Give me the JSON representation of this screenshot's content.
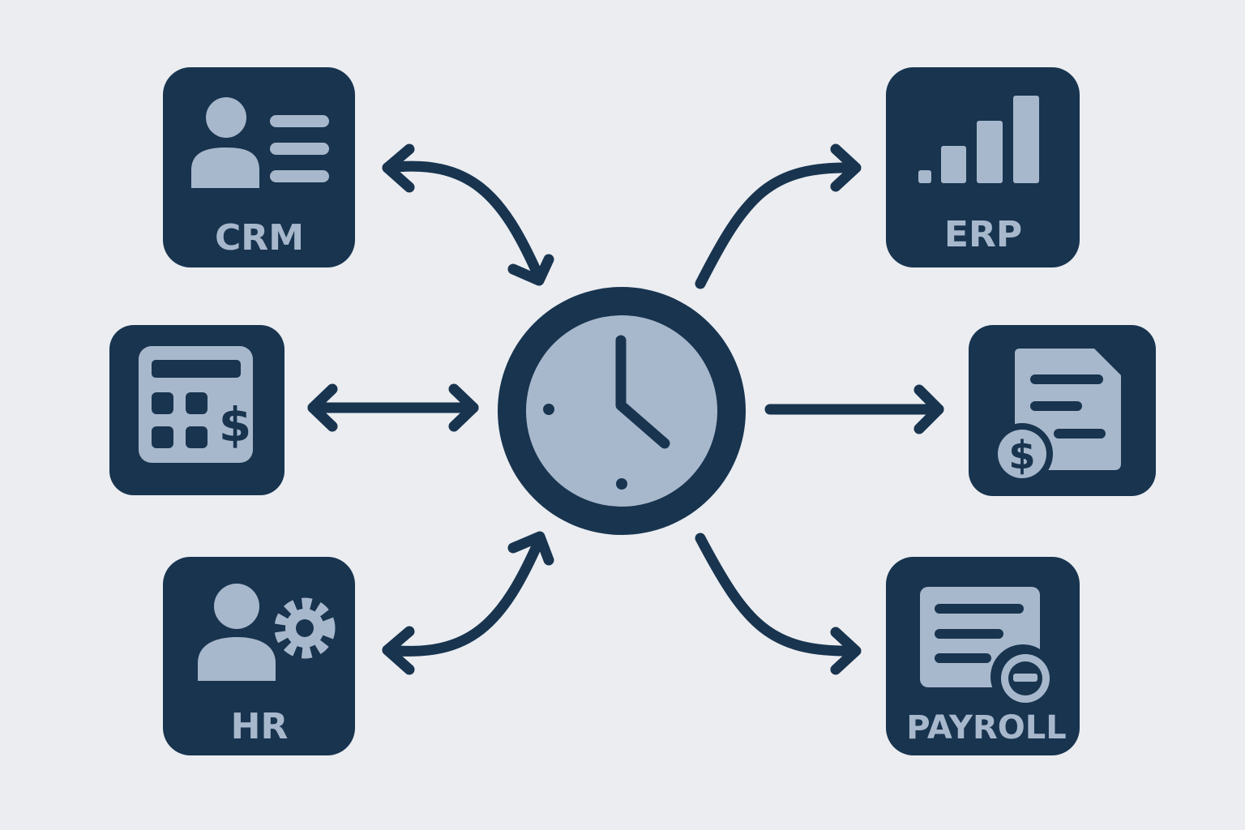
{
  "colors": {
    "background": "#ebedf1",
    "tile": "#18344f",
    "icon": "#a8b8cc",
    "connector": "#18344f"
  },
  "hub": {
    "icon": "clock-icon"
  },
  "systems": {
    "crm": {
      "label": "CRM",
      "icon": "contact-card-icon",
      "flow": "bidirectional"
    },
    "accounting": {
      "icon": "calculator-dollar-icon",
      "flow": "bidirectional"
    },
    "hr": {
      "label": "HR",
      "icon": "person-gear-icon",
      "flow": "bidirectional"
    },
    "erp": {
      "label": "ERP",
      "icon": "bar-chart-icon",
      "flow": "outbound"
    },
    "invoicing": {
      "icon": "invoice-dollar-icon",
      "flow": "outbound"
    },
    "payroll": {
      "label": "PAYROLL",
      "icon": "payslip-icon",
      "flow": "outbound"
    }
  }
}
